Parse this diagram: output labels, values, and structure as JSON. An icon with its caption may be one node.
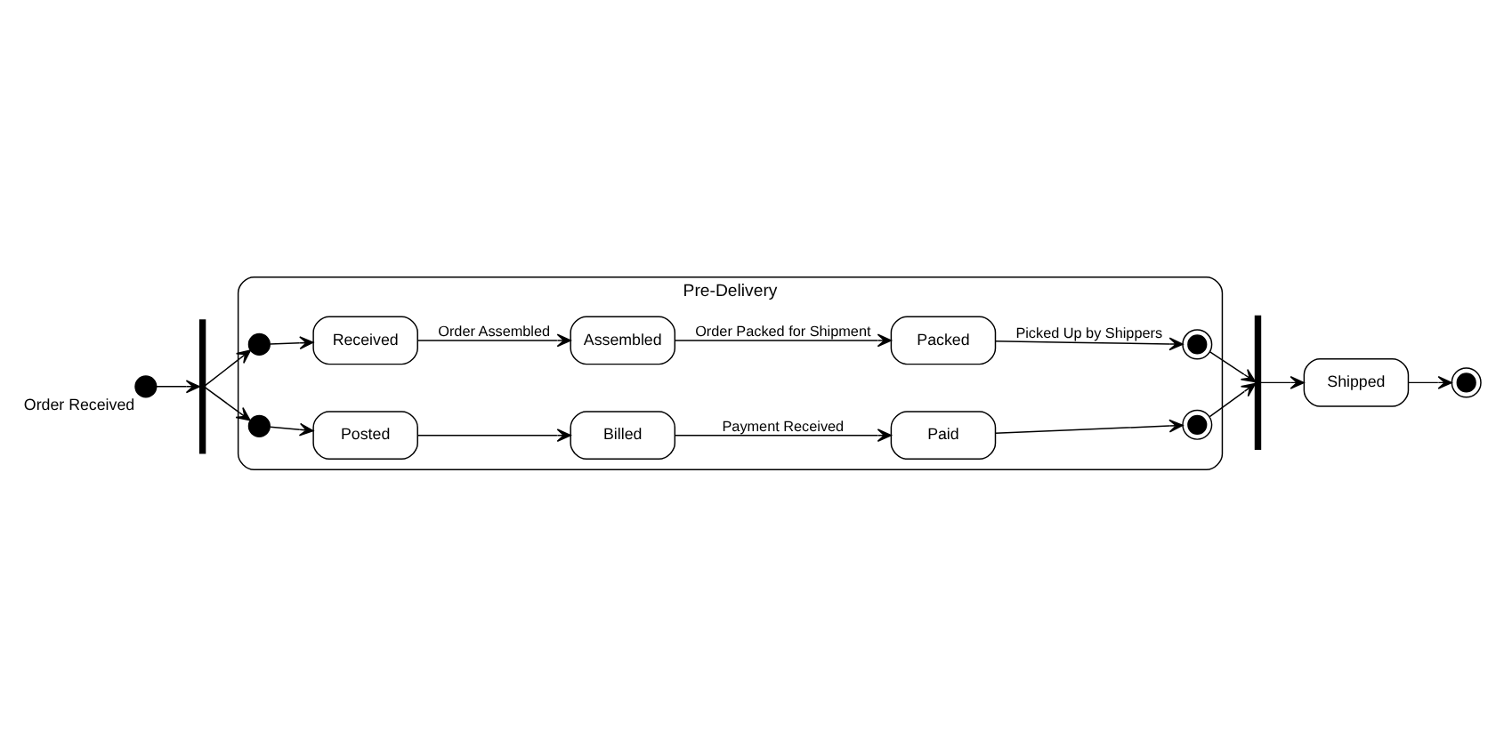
{
  "diagram": {
    "nodes": [
      {
        "text": [],
        "shape": "circle",
        "beside": [
          "Order Received"
        ]
      },
      {
        "text": [],
        "shape": "bar"
      },
      {
        "text": [
          "Pre-Delivery"
        ]
      },
      {
        "text": [],
        "shape": "circle",
        "in": 2
      },
      {
        "text": [
          "Received"
        ],
        "in": 2
      },
      {
        "text": [
          "Assembled"
        ],
        "in": 2
      },
      {
        "text": [
          "Packed"
        ],
        "in": 2
      },
      {
        "text": [],
        "shape": "bullseye",
        "in": 2
      },
      {
        "text": [],
        "shape": "circle",
        "in": 2
      },
      {
        "text": [
          "Posted"
        ],
        "in": 2
      },
      {
        "text": [
          "Billed"
        ],
        "in": 2
      },
      {
        "text": [
          "Paid"
        ],
        "in": 2
      },
      {
        "text": [],
        "shape": "bullseye",
        "in": 2
      },
      {
        "text": [],
        "shape": "bar"
      },
      {
        "text": [
          "Shipped"
        ]
      },
      {
        "text": [],
        "shape": "bullseye"
      }
    ],
    "edges": [
      {
        "from": 0,
        "to": 1,
        "arrow": "to"
      },
      {
        "from": 1,
        "to": 3,
        "arrow": "to"
      },
      {
        "from": 1,
        "to": 8,
        "arrow": "to"
      },
      {
        "from": 3,
        "to": 4,
        "arrow": "to"
      },
      {
        "from": 4,
        "to": 5,
        "arrow": "to",
        "label": "Order Assembled"
      },
      {
        "from": 5,
        "to": 6,
        "arrow": "to",
        "label": "Order Packed for Shipment"
      },
      {
        "from": 6,
        "to": 7,
        "arrow": "to",
        "label": "Picked Up by Shippers"
      },
      {
        "from": 8,
        "to": 9,
        "arrow": "to"
      },
      {
        "from": 9,
        "to": 10,
        "arrow": "to"
      },
      {
        "from": 10,
        "to": 11,
        "arrow": "to",
        "label": "Payment Received"
      },
      {
        "from": 11,
        "to": 12,
        "arrow": "to"
      },
      {
        "from": 7,
        "to": 13,
        "arrow": "to"
      },
      {
        "from": 12,
        "to": 13,
        "arrow": "to"
      },
      {
        "from": 13,
        "to": 14,
        "arrow": "to"
      },
      {
        "from": 14,
        "to": 15,
        "arrow": "to"
      }
    ]
  }
}
